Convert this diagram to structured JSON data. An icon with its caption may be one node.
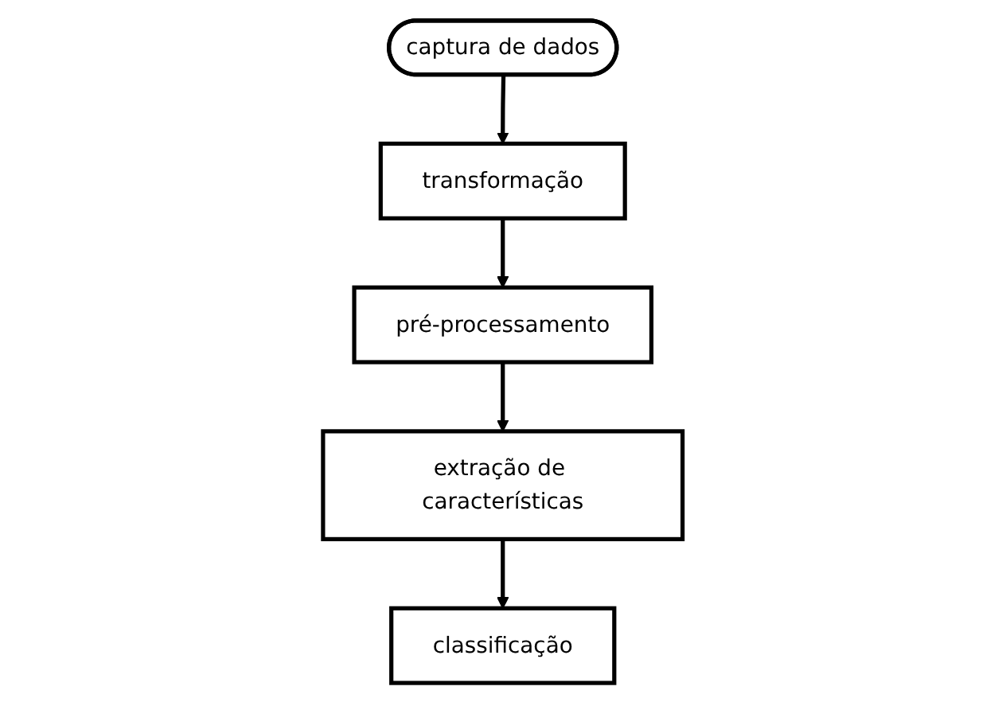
{
  "diagram": {
    "nodes": [
      {
        "text": [
          "captura de dados"
        ]
      },
      {
        "text": [
          "transformação"
        ]
      },
      {
        "text": [
          "pré-processamento"
        ]
      },
      {
        "text": [
          "extração de características"
        ]
      },
      {
        "text": [
          "classificação"
        ]
      }
    ],
    "edges": [
      {
        "from": 0,
        "to": 1,
        "arrow": "to"
      },
      {
        "from": 1,
        "to": 2,
        "arrow": "to"
      },
      {
        "from": 2,
        "to": 3,
        "arrow": "to"
      },
      {
        "from": 3,
        "to": 4,
        "arrow": "to"
      }
    ]
  }
}
